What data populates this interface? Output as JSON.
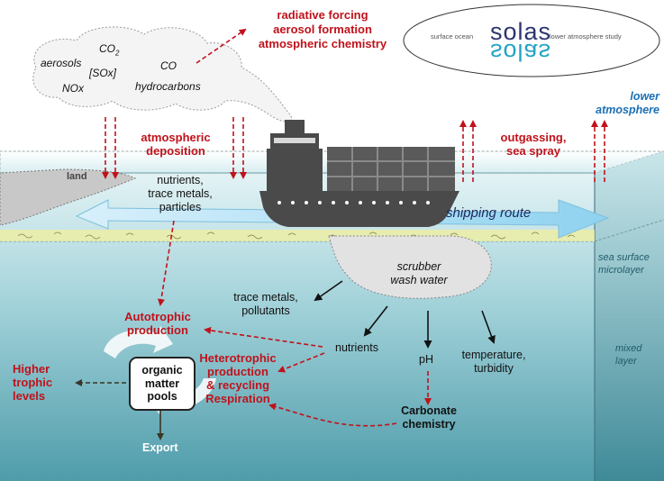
{
  "logo": {
    "word": "solas",
    "left_text": "surface ocean",
    "right_text": "lower atmosphere study"
  },
  "atmosphere": {
    "emissions": [
      "aerosols",
      "CO2",
      "[SOx]",
      "CO",
      "NOx",
      "hydrocarbons"
    ],
    "effects": [
      "radiative forcing",
      "aerosol formation",
      "atmospheric chemistry"
    ],
    "deposition": [
      "atmospheric",
      "deposition"
    ],
    "outgassing": [
      "outgassing,",
      "sea spray"
    ],
    "lower_atmosphere": [
      "lower",
      "atmosphere"
    ]
  },
  "surface": {
    "land": "land",
    "deposition_items": [
      "nutrients,",
      "trace metals,",
      "particles"
    ],
    "shipping_route": "shipping route"
  },
  "ocean": {
    "scrubber": [
      "scrubber",
      "wash water"
    ],
    "trace_metals": [
      "trace metals,",
      "pollutants"
    ],
    "nutrients": "nutrients",
    "ph": "pH",
    "temperature": [
      "temperature,",
      "turbidity"
    ],
    "carbonate": [
      "Carbonate",
      "chemistry"
    ]
  },
  "biology": {
    "autotrophic": [
      "Autotrophic",
      "production"
    ],
    "heterotrophic": [
      "Heterotrophic",
      "production",
      "& recycling",
      "Respiration"
    ],
    "higher": [
      "Higher",
      "trophic",
      "levels"
    ],
    "pools": "organic\nmatter\npools",
    "export": "Export"
  },
  "layers": {
    "microlayer": [
      "sea surface",
      "microlayer"
    ],
    "mixed": [
      "mixed",
      "layer"
    ]
  },
  "colors": {
    "red": "#c0121b",
    "blue_label": "#1a6fb5",
    "teal_label": "#1f5d6b",
    "ship": "#4a4a4a",
    "water_top": "#d6eef2",
    "water_bottom": "#5fa8b5"
  }
}
